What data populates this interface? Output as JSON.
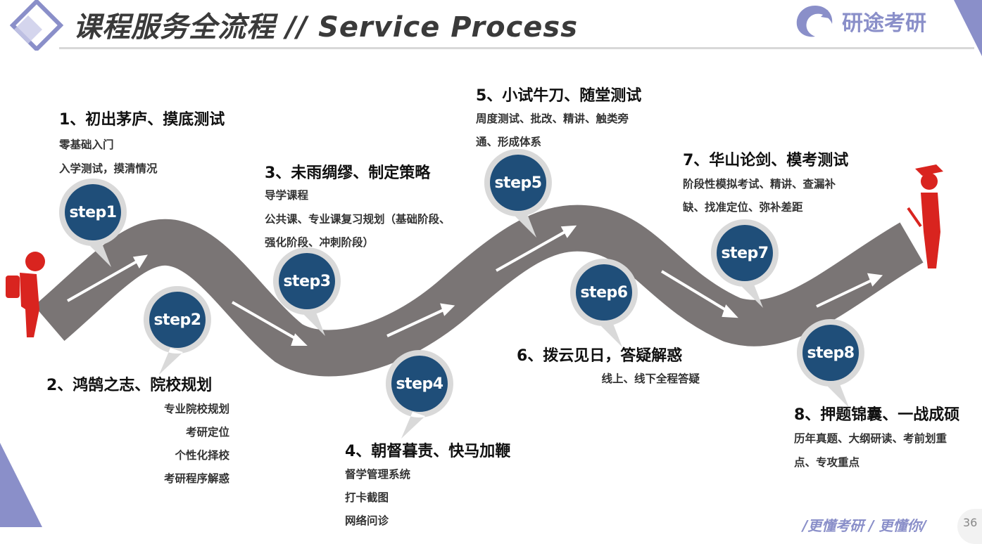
{
  "header": {
    "title": "课程服务全流程 // Service Process",
    "brand_name": "研途考研"
  },
  "footer": {
    "slogan": "/更懂考研 / 更懂你/",
    "page_number": "36"
  },
  "colors": {
    "pin": "#1f4e79",
    "pin_ring": "#d9d9d9",
    "road": "#7a7575",
    "accent": "#8a8fc9",
    "figure": "#d9241f"
  },
  "steps": [
    {
      "badge": "step1",
      "title": "1、初出茅庐、摸底测试",
      "lines": [
        "零基础入门",
        "入学测试，摸清情况"
      ]
    },
    {
      "badge": "step2",
      "title": "2、鸿鹄之志、院校规划",
      "lines": [
        "专业院校规划",
        "考研定位",
        "个性化择校",
        "考研程序解惑"
      ]
    },
    {
      "badge": "step3",
      "title": "3、未雨绸缪、制定策略",
      "lines": [
        "导学课程",
        "公共课、专业课复习规划（基础阶段、",
        "强化阶段、冲刺阶段）"
      ]
    },
    {
      "badge": "step4",
      "title": "4、朝督暮责、快马加鞭",
      "lines": [
        "督学管理系统",
        "打卡截图",
        "网络问诊"
      ]
    },
    {
      "badge": "step5",
      "title": "5、小试牛刀、随堂测试",
      "lines": [
        "周度测试、批改、精讲、触类旁",
        "通、形成体系"
      ]
    },
    {
      "badge": "step6",
      "title": "6、拨云见日，答疑解惑",
      "lines": [
        "线上、线下全程答疑"
      ]
    },
    {
      "badge": "step7",
      "title": "7、华山论剑、模考测试",
      "lines": [
        "阶段性模拟考试、精讲、查漏补",
        "缺、找准定位、弥补差距"
      ]
    },
    {
      "badge": "step8",
      "title": "8、押题锦囊、一战成硕",
      "lines": [
        "历年真题、大纲研读、考前划重",
        "点、专攻重点"
      ]
    }
  ]
}
